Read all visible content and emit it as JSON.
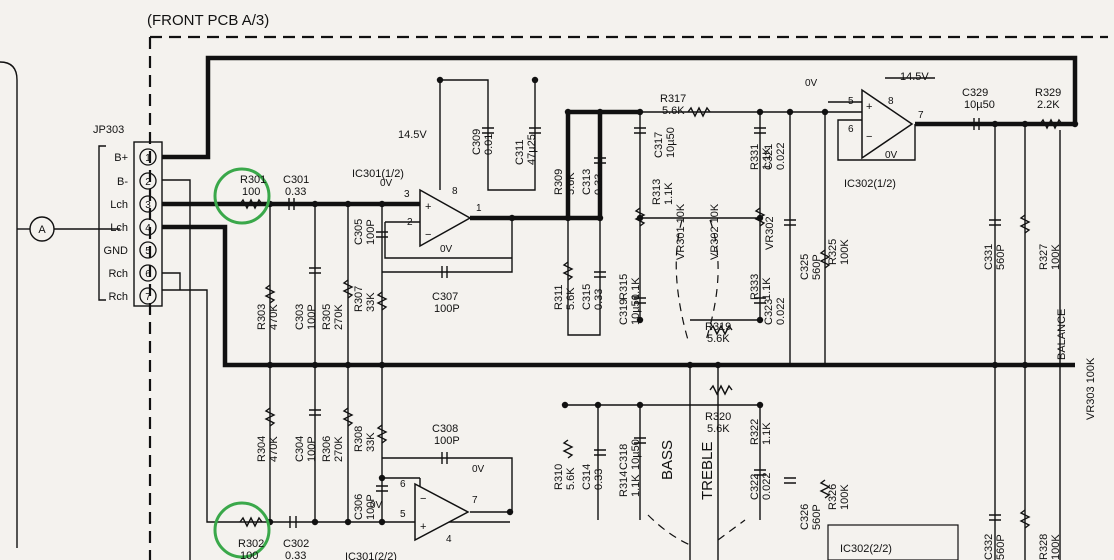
{
  "title": "(FRONT PCB A/3)",
  "connector": {
    "name": "JP303",
    "pins": [
      {
        "num": "1",
        "label": "B+"
      },
      {
        "num": "2",
        "label": "B-"
      },
      {
        "num": "3",
        "label": "Lch"
      },
      {
        "num": "4",
        "label": "Lch"
      },
      {
        "num": "5",
        "label": "GND"
      },
      {
        "num": "6",
        "label": "Rch"
      },
      {
        "num": "7",
        "label": "Rch"
      }
    ]
  },
  "offpage_connector": "A",
  "supply_label": "14.5V",
  "supply_label_2": "14.5V",
  "zero_volt": "0V",
  "ics": {
    "ic301a": {
      "name": "IC301(1/2)",
      "pins": [
        "3",
        "2",
        "8",
        "1"
      ]
    },
    "ic301b": {
      "name": "IC301(2/2)",
      "pins": [
        "6",
        "5",
        "7",
        "4"
      ]
    },
    "ic302a": {
      "name": "IC302(1/2)",
      "pins": [
        "5",
        "8",
        "6",
        "7"
      ]
    },
    "ic302b": {
      "name": "IC302(2/2)"
    }
  },
  "components": [
    {
      "ref": "R301",
      "value": "100"
    },
    {
      "ref": "C301",
      "value": "0.33"
    },
    {
      "ref": "R302",
      "value": "100"
    },
    {
      "ref": "C302",
      "value": "0.33"
    },
    {
      "ref": "R303",
      "value": "470K"
    },
    {
      "ref": "C303",
      "value": "100P"
    },
    {
      "ref": "R305",
      "value": "270K"
    },
    {
      "ref": "C305",
      "value": "100P"
    },
    {
      "ref": "R307",
      "value": "33K"
    },
    {
      "ref": "C307",
      "value": "100P"
    },
    {
      "ref": "R304",
      "value": "470K"
    },
    {
      "ref": "C304",
      "value": "100P"
    },
    {
      "ref": "R306",
      "value": "270K"
    },
    {
      "ref": "R308",
      "value": "33K"
    },
    {
      "ref": "C306",
      "value": "100P"
    },
    {
      "ref": "C308",
      "value": "100P"
    },
    {
      "ref": "C309",
      "value": "0.01"
    },
    {
      "ref": "C311",
      "value": "47µ25"
    },
    {
      "ref": "R309",
      "value": "5.6K"
    },
    {
      "ref": "C313",
      "value": "0.33"
    },
    {
      "ref": "R311",
      "value": "5.6K"
    },
    {
      "ref": "C315",
      "value": "0.33"
    },
    {
      "ref": "R310",
      "value": "5.6K"
    },
    {
      "ref": "C314",
      "value": "0.33"
    },
    {
      "ref": "R317",
      "value": "5.6K"
    },
    {
      "ref": "C317",
      "value": "10µ50"
    },
    {
      "ref": "R313",
      "value": "1.1K"
    },
    {
      "ref": "R315",
      "value": "1.1K"
    },
    {
      "ref": "C319",
      "value": "10µ50"
    },
    {
      "ref": "C318",
      "value": "10µ50"
    },
    {
      "ref": "R314",
      "value": "1.1K"
    },
    {
      "ref": "R331",
      "value": "1.1K"
    },
    {
      "ref": "C321",
      "value": "0.022"
    },
    {
      "ref": "R333",
      "value": "1.1K"
    },
    {
      "ref": "C323",
      "value": "0.022"
    },
    {
      "ref": "R319",
      "value": "5.6K"
    },
    {
      "ref": "R320",
      "value": "5.6K"
    },
    {
      "ref": "R322",
      "value": "1.1K"
    },
    {
      "ref": "C322",
      "value": "0.022"
    },
    {
      "ref": "C325",
      "value": "560P"
    },
    {
      "ref": "R325",
      "value": "100K"
    },
    {
      "ref": "C326",
      "value": "560P"
    },
    {
      "ref": "R326",
      "value": "100K"
    },
    {
      "ref": "C329",
      "value": "10µ50"
    },
    {
      "ref": "R329",
      "value": "2.2K"
    },
    {
      "ref": "C331",
      "value": "560P"
    },
    {
      "ref": "R327",
      "value": "100K"
    },
    {
      "ref": "C332",
      "value": "560P"
    },
    {
      "ref": "R328",
      "value": "100K"
    }
  ],
  "pots": {
    "vr301": "VR301 10K",
    "vr302": "VR302 10K",
    "vr302_side": "VR302",
    "vr303": "VR303 100K",
    "bass": "BASS",
    "treble": "TREBLE",
    "balance": "BALANCE"
  },
  "highlights": [
    "R301",
    "R302"
  ],
  "highlight_color": "#3aa84a"
}
